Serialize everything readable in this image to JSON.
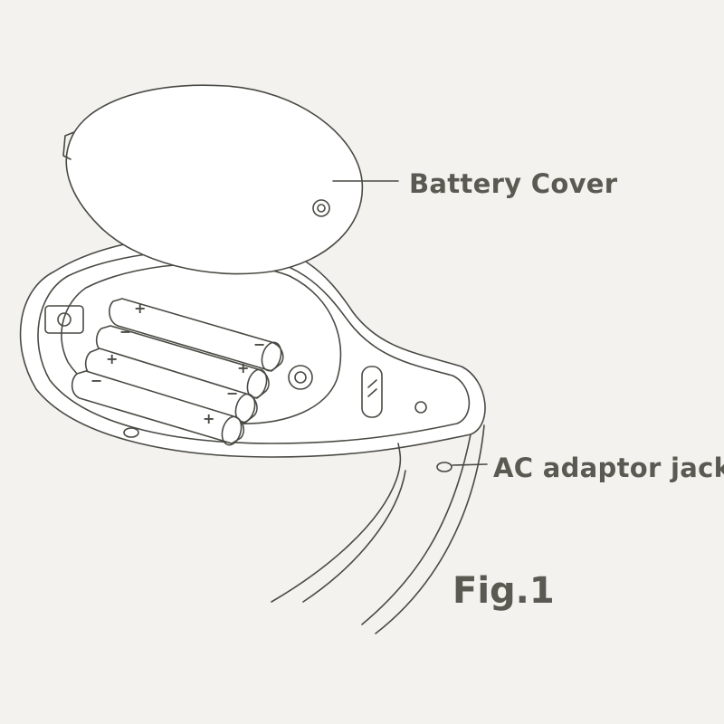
{
  "figure": {
    "title": "Fig.1",
    "callouts": {
      "battery_cover": "Battery Cover",
      "ac_adaptor_jack": "AC adaptor jack"
    },
    "battery_polarity": {
      "plus": "+",
      "minus": "−"
    }
  },
  "colors": {
    "background": "#f3f2ee",
    "line": "#4a4a44",
    "text": "#5a5a52",
    "fill": "#ffffff"
  }
}
